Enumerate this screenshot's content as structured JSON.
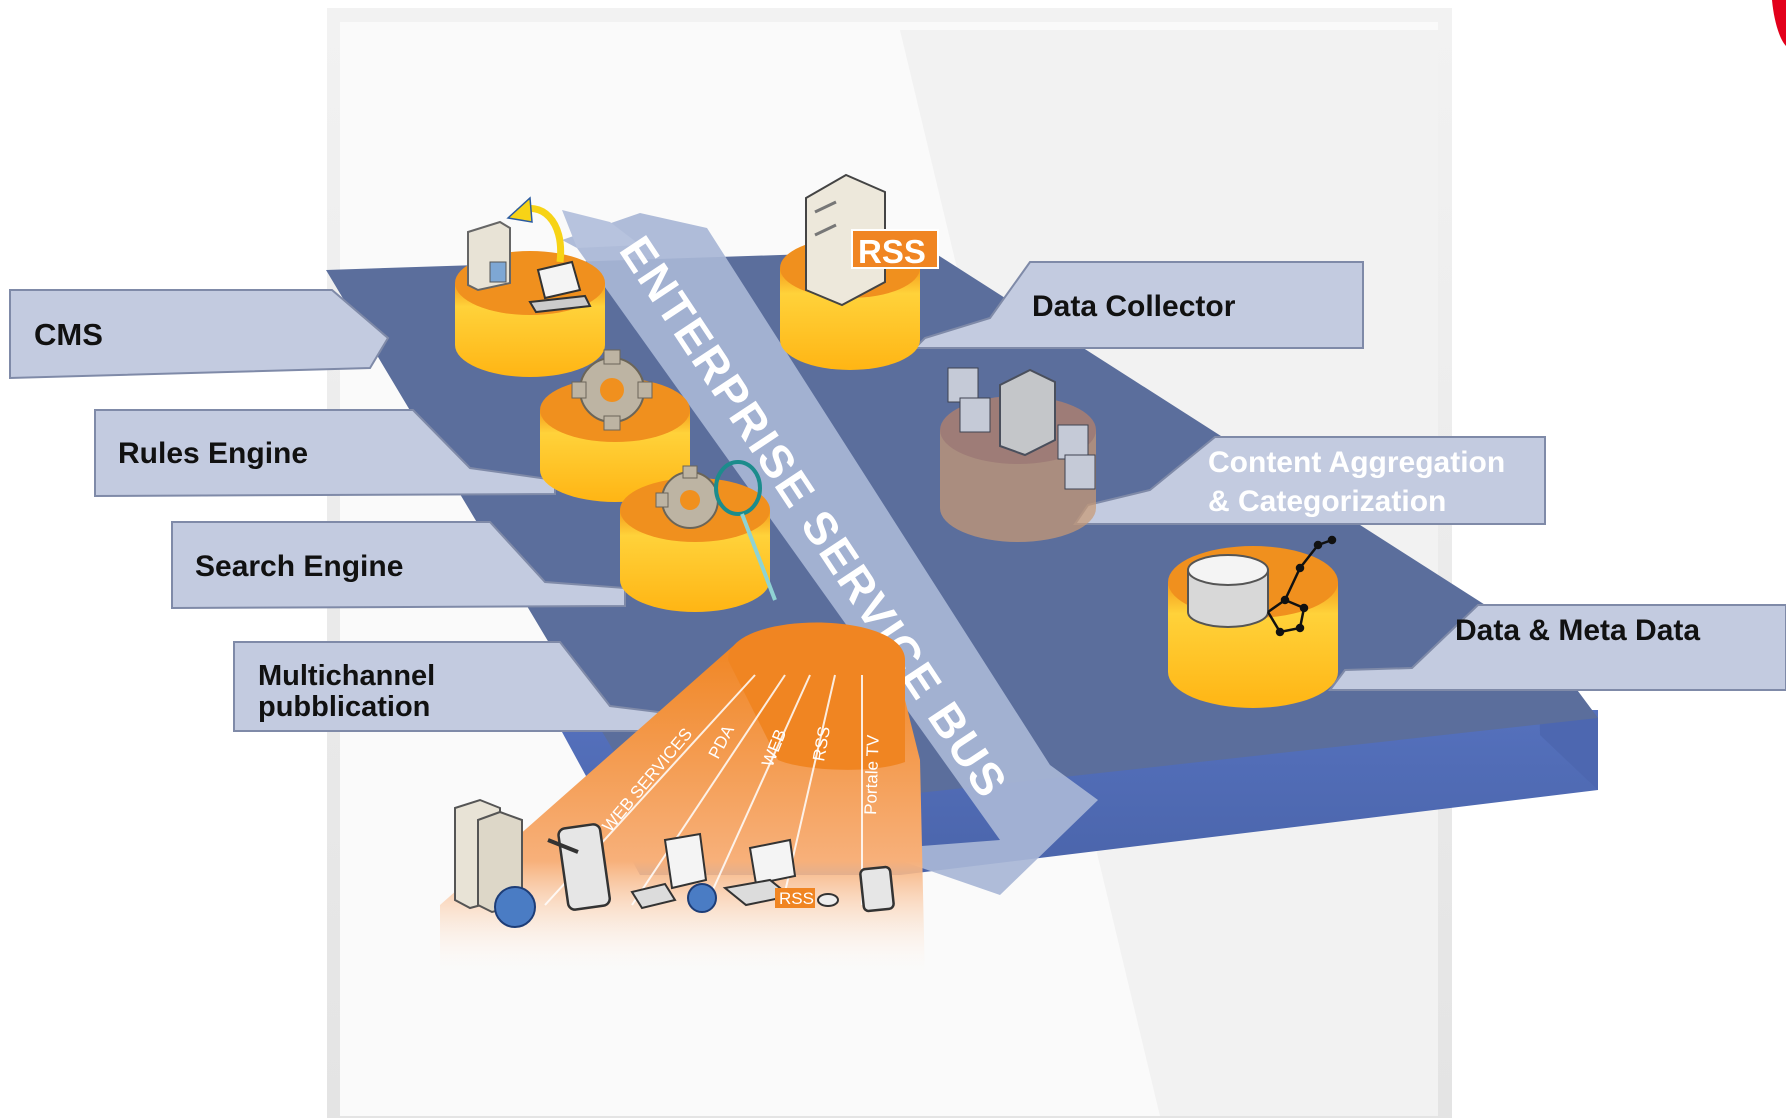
{
  "bus": {
    "title": "ENTERPRISE SERVICE BUS"
  },
  "labels": {
    "cms": "CMS",
    "rules_engine": "Rules Engine",
    "search_engine": "Search Engine",
    "multichannel_line1": "Multichannel",
    "multichannel_line2": "pubblication",
    "data_collector": "Data Collector",
    "content_aggregation_line1": "Content Aggregation",
    "content_aggregation_line2": "& Categorization",
    "data_meta_data": "Data & Meta Data"
  },
  "badges": {
    "rss_server": "RSS",
    "rss_laptop": "RSS"
  },
  "channels": [
    "WEB SERVICES",
    "PDA",
    "WEB",
    "RSS",
    "Portale TV"
  ],
  "colors": {
    "platform_top": "#5b6e9c",
    "platform_side": "#4e68b4",
    "label_panel": "#c3cbe0",
    "bus_arrow": "#a8b6d6",
    "cylinder_top": "#f0901e",
    "cylinder_body": "#ffc21e",
    "accent_red": "#e3001b"
  }
}
